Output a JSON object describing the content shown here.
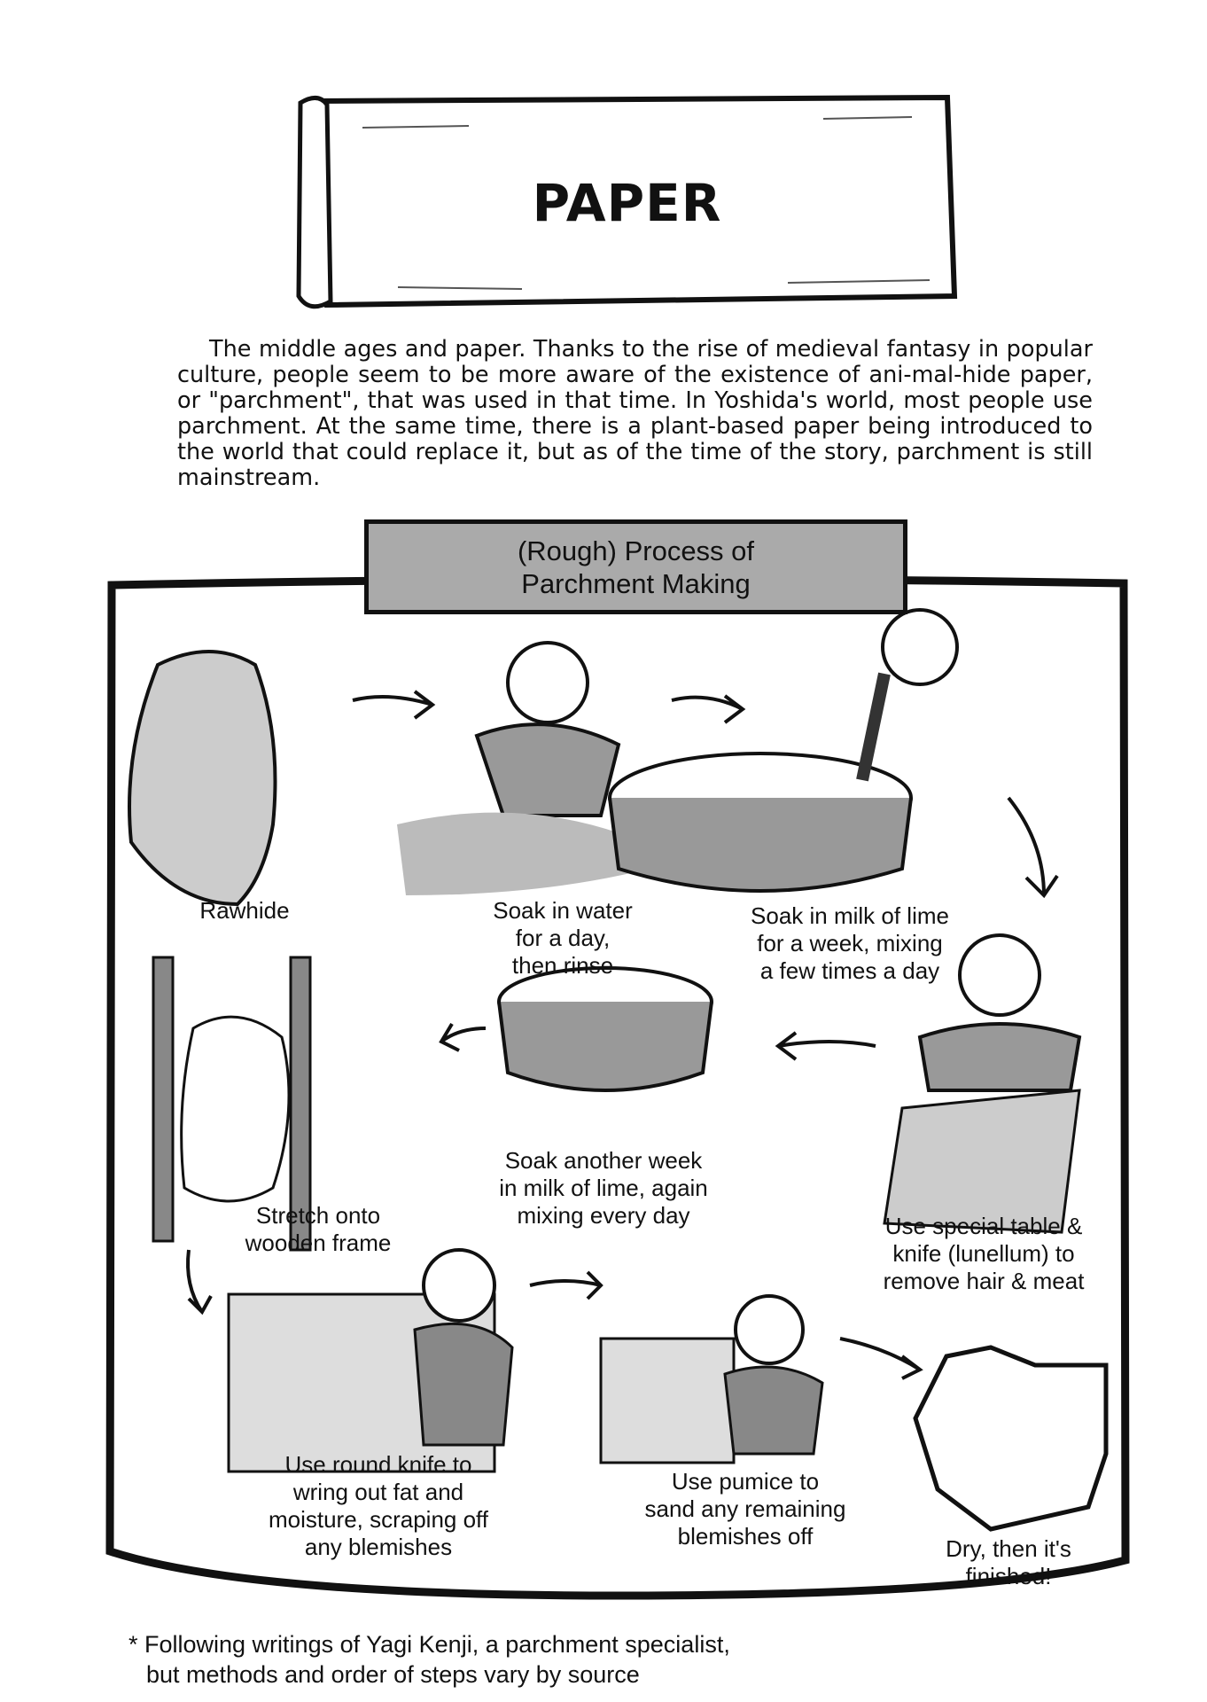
{
  "title": "PAPER",
  "intro": "The middle ages and paper. Thanks to the rise of medieval fantasy in popular culture, people seem to be more aware of the existence of ani-mal-hide paper, or \"parchment\", that was used in that time. In Yoshida's world, most people use parchment. At the same time, there is a plant-based paper being introduced to the world that could replace it, but as of the time of the story, parchment is still mainstream.",
  "process": {
    "header_line1": "(Rough) Process of",
    "header_line2": "Parchment Making",
    "steps": [
      {
        "lines": [
          "Rawhide"
        ]
      },
      {
        "lines": [
          "Soak in water",
          "for a day,",
          "then rinse"
        ]
      },
      {
        "lines": [
          "Soak in milk of lime",
          "for a week, mixing",
          "a few times a day"
        ]
      },
      {
        "lines": [
          "Use special table &",
          "knife (lunellum) to",
          "remove hair & meat"
        ]
      },
      {
        "lines": [
          "Soak another week",
          "in milk of lime, again",
          "mixing every day"
        ]
      },
      {
        "lines": [
          "Stretch onto",
          "wooden frame"
        ]
      },
      {
        "lines": [
          "Use round knife to",
          "wring out fat and",
          "moisture, scraping off",
          "any blemishes"
        ]
      },
      {
        "lines": [
          "Use pumice to",
          "sand any remaining",
          "blemishes off"
        ]
      },
      {
        "lines": [
          "Dry, then it's",
          "finished!"
        ]
      }
    ]
  },
  "footnote_line1": "* Following writings of Yagi Kenji, a parchment specialist,",
  "footnote_line2": "but methods and order of steps vary by source"
}
